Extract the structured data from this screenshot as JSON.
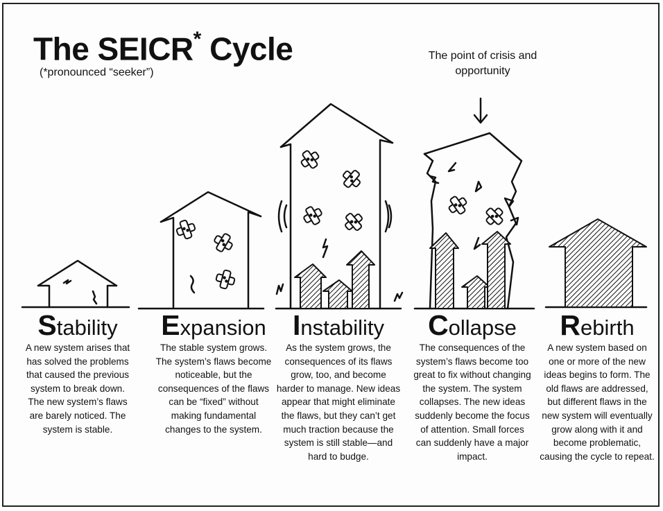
{
  "title_main": "The SEICR",
  "title_star": "*",
  "title_end": "Cycle",
  "subtitle": "(*pronounced “seeker”)",
  "crisis_note": "The point of crisis and opportunity",
  "stages": [
    {
      "initial": "S",
      "rest": "tability",
      "description": "A new system arises that has solved the problems that caused the previous system to break down. The new system’s flaws are barely noticed. The system is stable."
    },
    {
      "initial": "E",
      "rest": "xpansion",
      "description": "The stable system grows. The system’s flaws become noticeable, but the consequences of the flaws can be “fixed” without making fundamental changes to the system."
    },
    {
      "initial": "I",
      "rest": "nstability",
      "description": "As the system grows, the consequences of its flaws grow, too, and become harder to manage. New ideas appear that might eliminate the flaws, but they can’t get much traction because the system is still stable—and hard to budge."
    },
    {
      "initial": "C",
      "rest": "ollapse",
      "description": "The consequences of the system’s flaws become too great to fix without changing the system. The system collapses. The new ideas suddenly become the focus of attention. Small forces can suddenly have a major impact."
    },
    {
      "initial": "R",
      "rest": "ebirth",
      "description": "A new system based on one or more of the new ideas begins to form. The old flaws are addressed, but different flaws in the new system will eventually grow along with it and become problematic, causing the cycle to repeat."
    }
  ]
}
